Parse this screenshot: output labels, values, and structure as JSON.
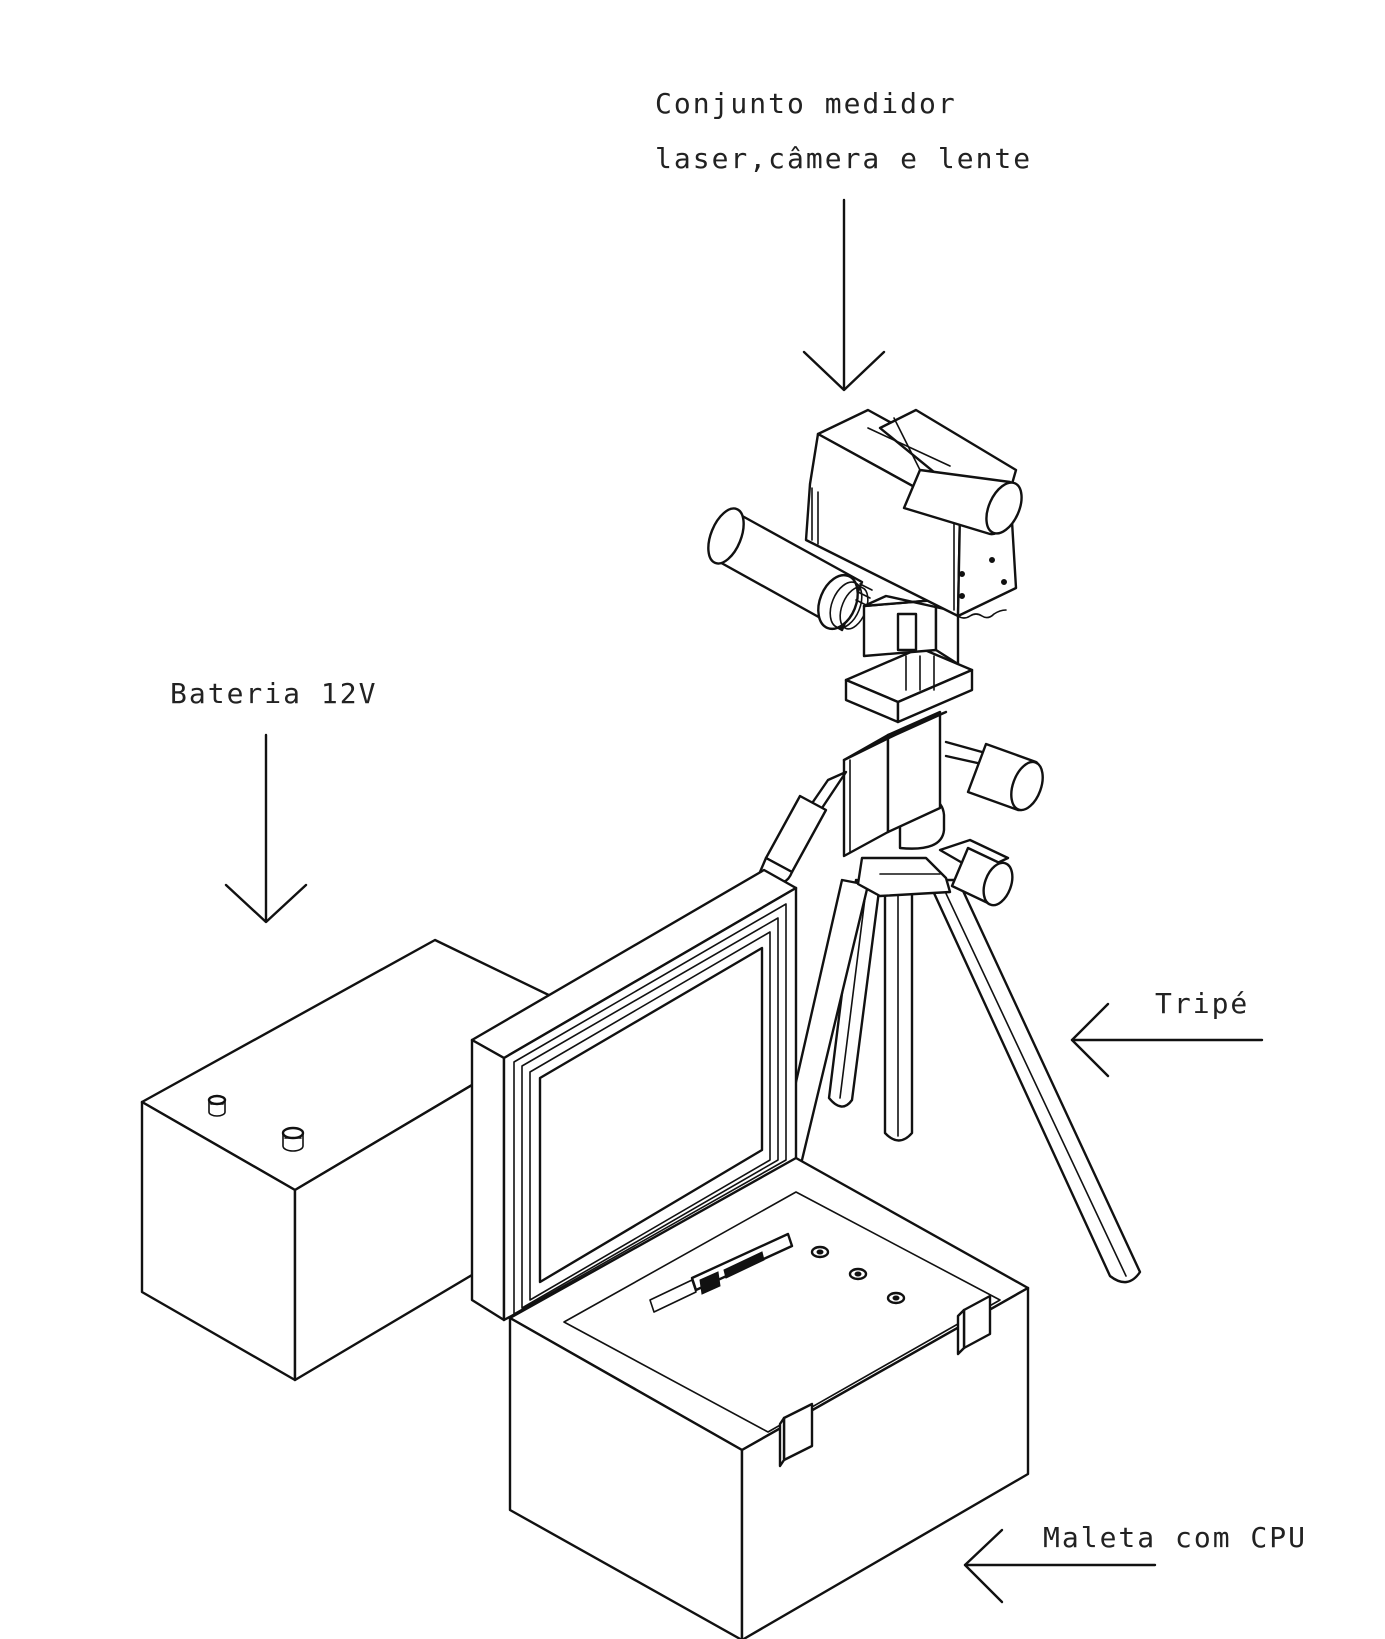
{
  "labels": {
    "camera_line1": "Conjunto medidor",
    "camera_line2": "laser,câmera e lente",
    "battery": "Bateria 12V",
    "tripod": "Tripé",
    "case": "Maleta com CPU"
  },
  "colors": {
    "line": "#111111",
    "background": "#ffffff"
  }
}
